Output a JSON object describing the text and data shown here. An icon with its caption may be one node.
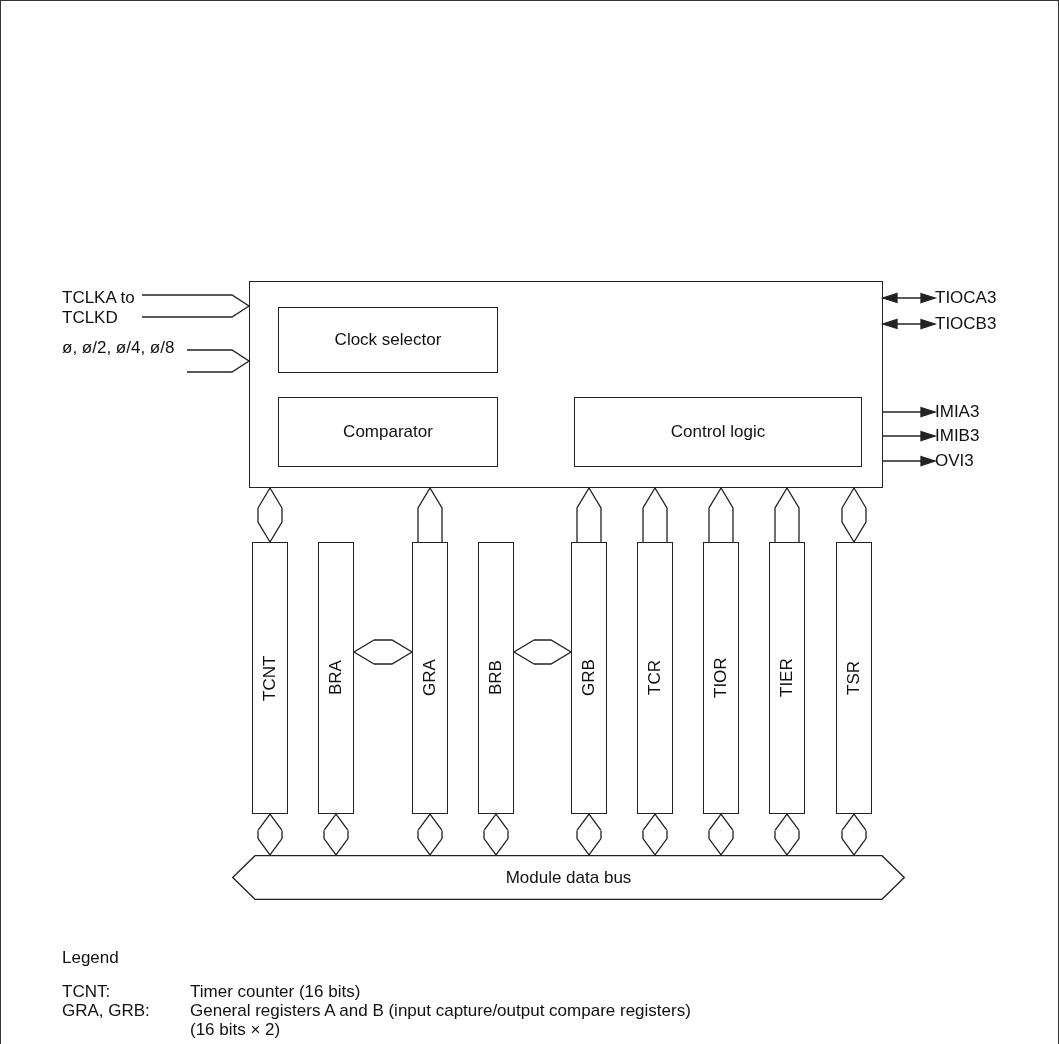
{
  "diagram": {
    "nodes": [
      {
        "text": [],
        "shape": "box"
      },
      {
        "text": [
          "Clock selector"
        ],
        "in": 0
      },
      {
        "text": [
          "Comparator"
        ],
        "in": 0
      },
      {
        "text": [
          "Control logic"
        ],
        "in": 0
      },
      {
        "text": [
          "TCNT"
        ]
      },
      {
        "text": [
          "BRA"
        ]
      },
      {
        "text": [
          "GRA"
        ]
      },
      {
        "text": [
          "BRB"
        ]
      },
      {
        "text": [
          "GRB"
        ]
      },
      {
        "text": [
          "TCR"
        ]
      },
      {
        "text": [
          "TIOR"
        ]
      },
      {
        "text": [
          "TIER"
        ]
      },
      {
        "text": [
          "TSR"
        ]
      },
      {
        "text": [
          "Module data bus"
        ]
      },
      {
        "text": [
          "TCLKA to TCLKD"
        ]
      },
      {
        "text": [
          "ø, ø/2, ø/4, ø/8"
        ]
      },
      {
        "text": [
          "TIOCA3"
        ]
      },
      {
        "text": [
          "TIOCB3"
        ]
      },
      {
        "text": [
          "IMIA3"
        ]
      },
      {
        "text": [
          "IMIB3"
        ]
      },
      {
        "text": [
          "OVI3"
        ]
      }
    ],
    "edges": [
      {
        "from": 14,
        "to": 0,
        "arrow": "to"
      },
      {
        "from": 15,
        "to": 0,
        "arrow": "to"
      },
      {
        "from": 0,
        "to": 16,
        "arrow": "both"
      },
      {
        "from": 0,
        "to": 17,
        "arrow": "both"
      },
      {
        "from": 0,
        "to": 18,
        "arrow": "to"
      },
      {
        "from": 0,
        "to": 19,
        "arrow": "to"
      },
      {
        "from": 0,
        "to": 20,
        "arrow": "to"
      },
      {
        "from": 0,
        "to": 4,
        "arrow": "both"
      },
      {
        "from": 6,
        "to": 0,
        "arrow": "to"
      },
      {
        "from": 8,
        "to": 0,
        "arrow": "to"
      },
      {
        "from": 9,
        "to": 0,
        "arrow": "to"
      },
      {
        "from": 10,
        "to": 0,
        "arrow": "to"
      },
      {
        "from": 11,
        "to": 0,
        "arrow": "to"
      },
      {
        "from": 0,
        "to": 12,
        "arrow": "both"
      },
      {
        "from": 5,
        "to": 6,
        "arrow": "both"
      },
      {
        "from": 7,
        "to": 8,
        "arrow": "both"
      },
      {
        "from": 4,
        "to": 13,
        "arrow": "both"
      },
      {
        "from": 5,
        "to": 13,
        "arrow": "both"
      },
      {
        "from": 6,
        "to": 13,
        "arrow": "both"
      },
      {
        "from": 7,
        "to": 13,
        "arrow": "both"
      },
      {
        "from": 8,
        "to": 13,
        "arrow": "both"
      },
      {
        "from": 9,
        "to": 13,
        "arrow": "both"
      },
      {
        "from": 10,
        "to": 13,
        "arrow": "both"
      },
      {
        "from": 11,
        "to": 13,
        "arrow": "both"
      },
      {
        "from": 12,
        "to": 13,
        "arrow": "both"
      }
    ],
    "labels": [
      "Legend",
      "TCNT:",
      "Timer counter (16 bits)",
      "GRA, GRB:",
      "General registers A and B (input capture/output compare registers)",
      "(16 bits × 2)"
    ]
  }
}
